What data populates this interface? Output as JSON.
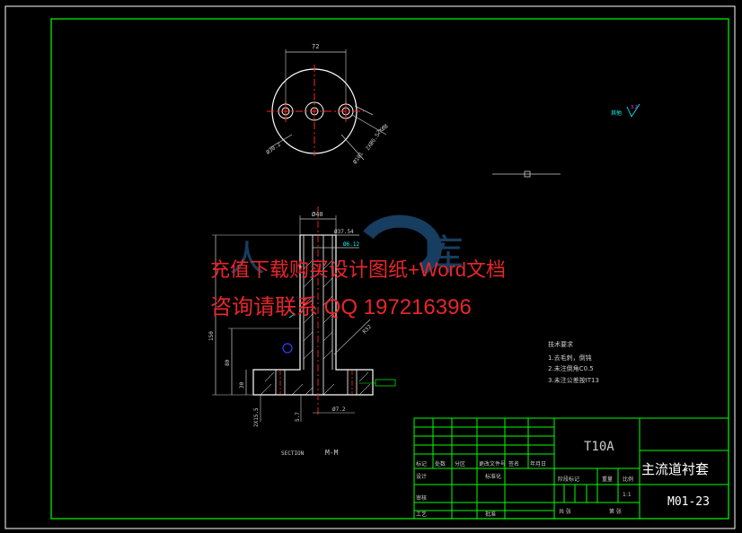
{
  "drawing": {
    "dims": {
      "d72": "72",
      "d30_2": "Ø30.2",
      "d2x8": "2XØ8",
      "d2x6_5": "2XØ6.5",
      "d101": "Ø101",
      "d40": "Ø40",
      "d37_54": "Ø37.54",
      "d6_12": "Ø6.12",
      "d150": "150",
      "d80": "80",
      "d30": "30",
      "d15_5": "2X15.5",
      "d5_7": "5.7",
      "d7_2": "Ø7.2",
      "r32": "R32",
      "other": "其他"
    },
    "section_label": "SECTION",
    "section_name": "M-M",
    "tech_req": {
      "title": "技术要求",
      "items": [
        "1.去毛刺，倒钝",
        "2.未注倒角C0.5",
        "3.未注公差按IT13"
      ]
    }
  },
  "watermark": {
    "line1": "充值下载购买设计图纸+Word文档",
    "line2": "咨询请联系  QQ 197216396"
  },
  "title_block": {
    "material": "T10A",
    "part_name": "主流道衬套",
    "drawing_no": "M01-23",
    "scale_value": "1:1",
    "h_mark": "标记",
    "h_count": "处数",
    "h_zone": "分区",
    "h_docno": "更改文件号",
    "h_sign": "签名",
    "h_date": "年月日",
    "h_design": "设计",
    "h_std": "标准化",
    "h_stage": "阶段标记",
    "h_weight": "重量",
    "h_scale": "比例",
    "h_review": "审核",
    "h_process": "工艺",
    "h_approve": "批准",
    "h_total": "共  张",
    "h_sheet": "第  张"
  },
  "colors": {
    "frame": "#00ff00",
    "outline": "#ffffff",
    "center": "#ff2020",
    "dim": "#cccccc",
    "cyan": "#00ffff",
    "blue": "#3040ff",
    "watermark": "#e8262a"
  }
}
